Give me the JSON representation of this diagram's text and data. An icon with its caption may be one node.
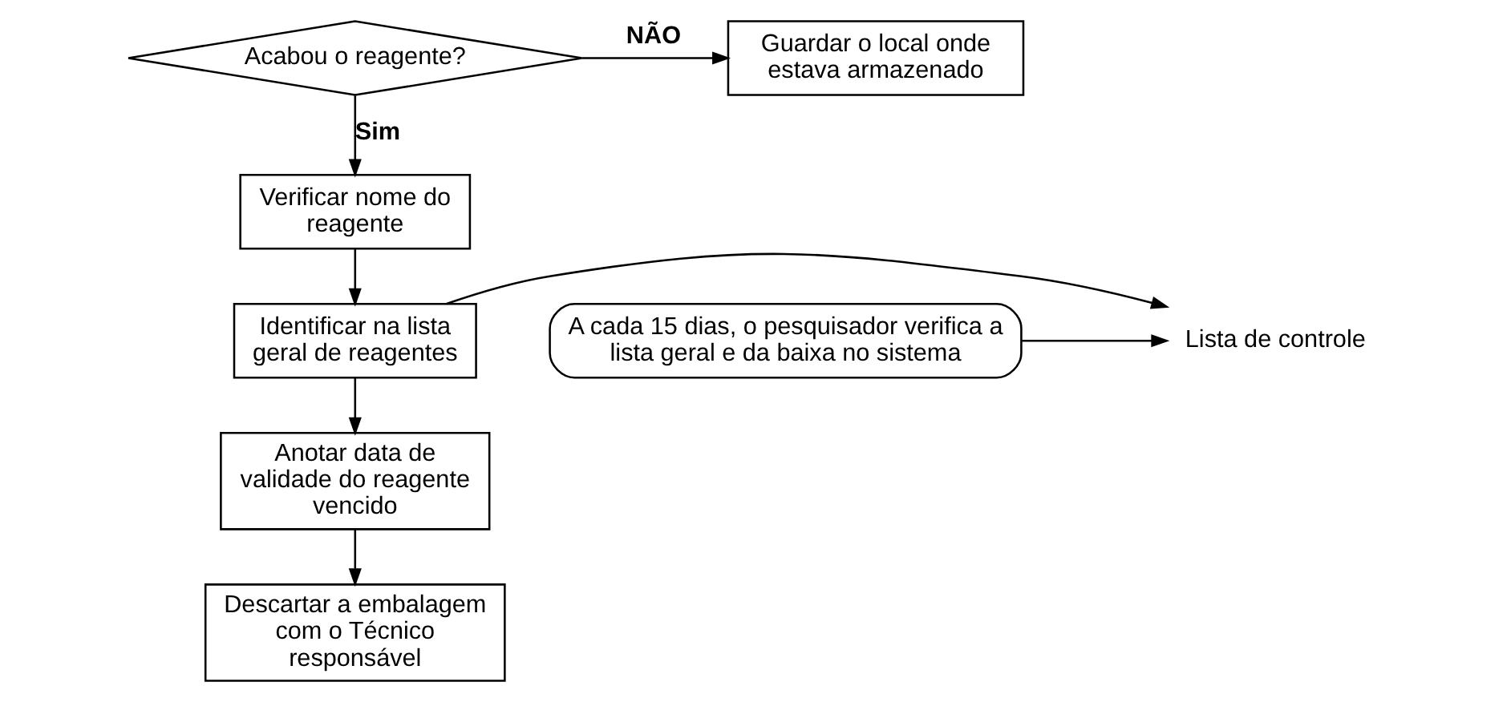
{
  "diagram": {
    "nodes": [
      {
        "text": [
          "Acabou o reagente?"
        ]
      },
      {
        "text": [
          "Guardar o local onde estava armazenado"
        ]
      },
      {
        "text": [
          "Verificar nome do reagente"
        ]
      },
      {
        "text": [
          "Identificar na lista geral de reagentes"
        ]
      },
      {
        "text": [
          "Lista de controle"
        ]
      },
      {
        "text": [
          "A cada 15 dias, o pesquisador verifica a lista geral e da baixa no sistema"
        ]
      },
      {
        "text": [
          "Anotar data de validade do reagente vencido"
        ]
      },
      {
        "text": [
          "Descartar a embalagem com o Técnico responsável"
        ]
      }
    ],
    "edges": [
      {
        "from": 0,
        "to": 1,
        "arrow": "to",
        "label": "NÃO"
      },
      {
        "from": 0,
        "to": 2,
        "arrow": "to",
        "label": "Sim"
      },
      {
        "from": 2,
        "to": 3,
        "arrow": "to"
      },
      {
        "from": 3,
        "to": 4,
        "arrow": "to"
      },
      {
        "from": 5,
        "to": 4,
        "arrow": "to"
      },
      {
        "from": 3,
        "to": 6,
        "arrow": "to"
      },
      {
        "from": 6,
        "to": 7,
        "arrow": "to"
      }
    ]
  }
}
